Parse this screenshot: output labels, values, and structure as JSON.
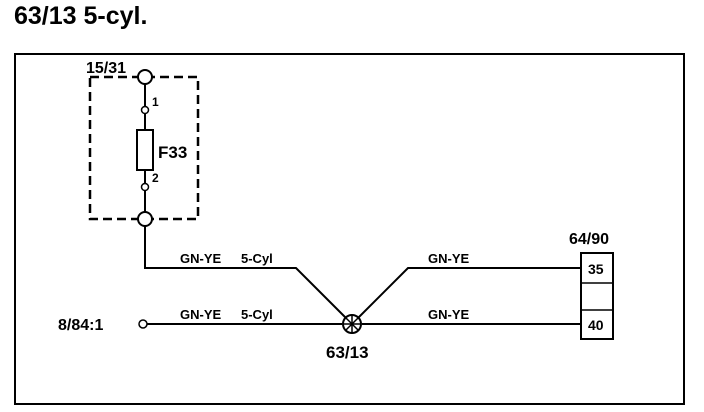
{
  "title": "63/13 5-cyl.",
  "fuse_block": {
    "connector_top": "15/31",
    "pin_top": "1",
    "fuse": "F33",
    "pin_bottom": "2"
  },
  "wires": {
    "upper_left_color": "GN-YE",
    "upper_left_tag": "5-Cyl",
    "lower_left_color": "GN-YE",
    "lower_left_tag": "5-Cyl",
    "upper_right_color": "GN-YE",
    "lower_right_color": "GN-YE"
  },
  "left_terminal": "8/84:1",
  "splice": "63/13",
  "connector_right": {
    "name": "64/90",
    "pin_upper": "35",
    "pin_lower": "40"
  }
}
